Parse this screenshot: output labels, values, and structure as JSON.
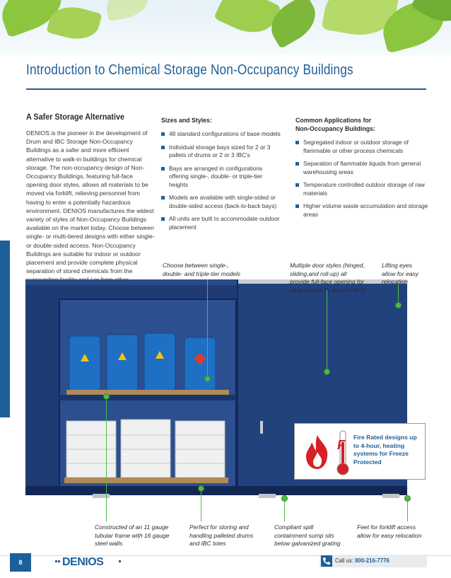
{
  "page": {
    "title": "Introduction to Chemical Storage Non-Occupancy Buildings",
    "page_number": "8"
  },
  "intro": {
    "heading": "A Safer Storage Alternative",
    "body": "DENIOS is the pioneer in the development of Drum and IBC Storage Non-Occupancy Buildings as a safer and more efficient alternative to walk-in buildings for chemical storage. The non-occupancy design of Non-Occupancy Buildings, featuring full-face opening door styles, allows all materials to be moved via forklift, relieving personnel from having to enter a potentially hazardous environment. DENIOS manufactures the widest variety of styles of Non-Occupancy Buildings available on the market today. Choose between single- or multi-tiered designs with either single- or double-sided access. Non-Occupancy Buildings are suitable for indoor or outdoor placement and provide complete physical separation of stored chemicals from the surrounding facility and / or from other incompatible chemicals or ignition sources."
  },
  "sizes": {
    "heading": "Sizes and Styles:",
    "items": [
      "48 standard configurations of base models",
      "Individual storage bays sized for 2 or 3 pallets of drums or 2 or 3 IBC's",
      "Bays are arranged in configurations offering single-, double- or triple-tier heights",
      "Models are available with single-sided or double-sided access (back-to-back bays)",
      "All units are built to accommodate outdoor placement"
    ]
  },
  "applications": {
    "heading_line1": "Common Applications for",
    "heading_line2": "Non-Occupancy Buildings:",
    "items": [
      "Segregated indoor or outdoor storage of flammable or other process chemicals",
      "Separation of flammable liquids from general warehousing areas",
      "Temperature controlled outdoor storage of raw materials",
      "Higher volume waste accumulation and storage areas"
    ]
  },
  "callouts": {
    "tiers": "Choose between single-, double- and triple-tier models",
    "doors": "Multiple door styles (hinged, sliding,and roll-up) all provide full-face opening for easy access to drums / IBCs",
    "lifting": "Lifting eyes allow for easy relocation",
    "frame": "Constructed of an 11 gauge tubular frame with 16 gauge steel walls",
    "pallets": "Perfect for storing and handling palleted drums and IBC totes",
    "sump": "Compliant spill containment sump sits below galvanized grating",
    "feet": "Feet for forklift access allow for easy relocation"
  },
  "fire_box": {
    "text": "Fire Rated designs up to 4-hour, heating systems for Freeze Protected",
    "badge_letter": "F"
  },
  "footer": {
    "logo": "DENIOS",
    "call_label": "Call us:",
    "phone": "800-216-7776"
  },
  "colors": {
    "brand_blue": "#1d5f99",
    "callout_green": "#4fb848",
    "container_navy": "#1f3b73",
    "fire_red": "#d62027"
  }
}
